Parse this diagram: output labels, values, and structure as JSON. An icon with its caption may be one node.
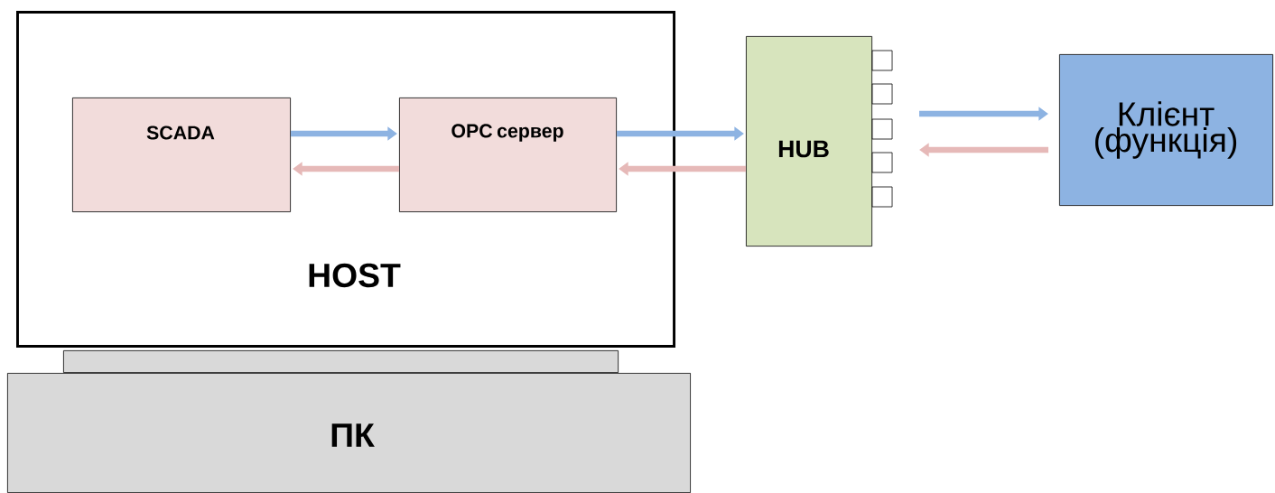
{
  "diagram": {
    "nodes": [
      {
        "text": [
          "HOST"
        ]
      },
      {
        "text": [
          "SCADA"
        ],
        "in": 0
      },
      {
        "text": [
          "OPC сервер"
        ],
        "in": 0
      },
      {
        "text": [
          "HUB"
        ]
      },
      {
        "text": [
          "Клієнт (функція)"
        ]
      },
      {
        "text": [],
        "shape": "bar"
      },
      {
        "text": [
          "ПК"
        ]
      }
    ],
    "edges": [
      {
        "from": 1,
        "to": 2,
        "arrow": "to",
        "color": "#8db3e2"
      },
      {
        "from": 2,
        "to": 1,
        "arrow": "to",
        "color": "#e6b9b8"
      },
      {
        "from": 2,
        "to": 3,
        "arrow": "to",
        "color": "#8db3e2"
      },
      {
        "from": 3,
        "to": 2,
        "arrow": "to",
        "color": "#e6b9b8"
      },
      {
        "from": 3,
        "to": 4,
        "arrow": "to",
        "color": "#8db3e2"
      },
      {
        "from": 4,
        "to": 3,
        "arrow": "to",
        "color": "#e6b9b8"
      }
    ]
  }
}
